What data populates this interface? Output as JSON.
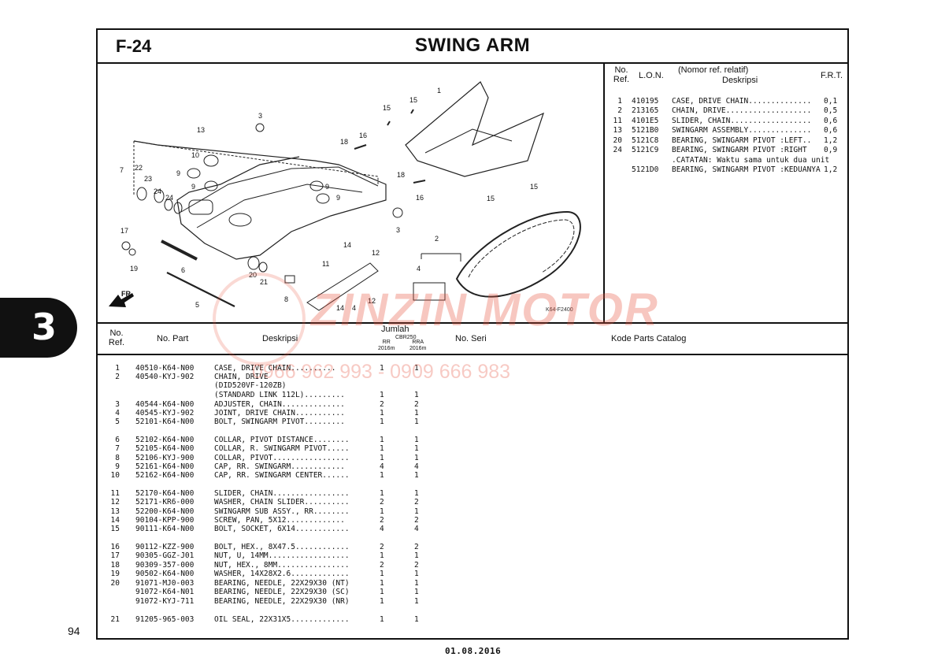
{
  "header": {
    "figure_code": "F-24",
    "title": "SWING ARM"
  },
  "chapter_tab": "3",
  "page_number": "94",
  "date": "01.08.2016",
  "diagram_code": "K64-F2400",
  "fr_label": "FR.",
  "callouts": [
    "1",
    "2",
    "3",
    "3",
    "4",
    "4",
    "5",
    "6",
    "7",
    "8",
    "9",
    "9",
    "9",
    "9",
    "10",
    "11",
    "12",
    "12",
    "13",
    "14",
    "14",
    "15",
    "15",
    "15",
    "15",
    "16",
    "16",
    "17",
    "18",
    "18",
    "19",
    "20",
    "21",
    "22",
    "23",
    "24",
    "24"
  ],
  "lon_table": {
    "headers": {
      "no_ref": "No.\nRef.",
      "lon": "L.O.N.",
      "nomor_ref": "(Nomor ref. relatif)",
      "deskripsi": "Deskripsi",
      "frt": "F.R.T."
    },
    "rows": [
      {
        "ref": "1",
        "lon": "410195",
        "desc": "CASE, DRIVE CHAIN..............",
        "frt": "0,1"
      },
      {
        "ref": "2",
        "lon": "213165",
        "desc": "CHAIN, DRIVE...................",
        "frt": "0,5"
      },
      {
        "ref": "11",
        "lon": "4101E5",
        "desc": "SLIDER, CHAIN..................",
        "frt": "0,6"
      },
      {
        "ref": "13",
        "lon": "5121B0",
        "desc": "SWINGARM ASSEMBLY..............",
        "frt": "0,6"
      },
      {
        "ref": "20",
        "lon": "5121C8",
        "desc": "BEARING, SWINGARM PIVOT :LEFT..",
        "frt": "1,2"
      },
      {
        "ref": "24",
        "lon": "5121C9",
        "desc": "BEARING, SWINGARM PIVOT :RIGHT",
        "frt": "0,9"
      },
      {
        "ref": "",
        "lon": "",
        "desc": ".CATATAN: Waktu sama untuk dua unit",
        "frt": ""
      },
      {
        "ref": "",
        "lon": "5121D0",
        "desc": "BEARING, SWINGARM PIVOT :KEDUANYA",
        "frt": "1,2"
      }
    ]
  },
  "parts_table": {
    "headers": {
      "no_ref": "No.\nRef.",
      "no_part": "No. Part",
      "deskripsi": "Deskripsi",
      "jumlah": "Jumlah",
      "model": "CBR250",
      "col_rr": "RR\n2016m",
      "col_rra": "RRA\n2016m",
      "no_seri": "No. Seri",
      "kode": "Kode Parts Catalog"
    },
    "rows": [
      {
        "ref": "1",
        "part": "40510-K64-N00",
        "desc": "CASE, DRIVE CHAIN..........",
        "rr": "1",
        "rra": "1"
      },
      {
        "ref": "2",
        "part": "40540-KYJ-902",
        "desc": "CHAIN, DRIVE",
        "rr": "",
        "rra": ""
      },
      {
        "ref": "",
        "part": "",
        "desc": "(DID520VF-120ZB)",
        "rr": "",
        "rra": ""
      },
      {
        "ref": "",
        "part": "",
        "desc": "(STANDARD LINK 112L).........",
        "rr": "1",
        "rra": "1"
      },
      {
        "ref": "3",
        "part": "40544-K64-N00",
        "desc": "ADJUSTER, CHAIN..............",
        "rr": "2",
        "rra": "2"
      },
      {
        "ref": "4",
        "part": "40545-KYJ-902",
        "desc": "JOINT, DRIVE CHAIN...........",
        "rr": "1",
        "rra": "1"
      },
      {
        "ref": "5",
        "part": "52101-K64-N00",
        "desc": "BOLT, SWINGARM PIVOT.........",
        "rr": "1",
        "rra": "1"
      },
      {
        "ref": "6",
        "part": "52102-K64-N00",
        "desc": "COLLAR, PIVOT DISTANCE........",
        "rr": "1",
        "rra": "1"
      },
      {
        "ref": "7",
        "part": "52105-K64-N00",
        "desc": "COLLAR, R. SWINGARM PIVOT.....",
        "rr": "1",
        "rra": "1"
      },
      {
        "ref": "8",
        "part": "52106-KYJ-900",
        "desc": "COLLAR, PIVOT.................",
        "rr": "1",
        "rra": "1"
      },
      {
        "ref": "9",
        "part": "52161-K64-N00",
        "desc": "CAP, RR. SWINGARM............",
        "rr": "4",
        "rra": "4"
      },
      {
        "ref": "10",
        "part": "52162-K64-N00",
        "desc": "CAP, RR. SWINGARM CENTER......",
        "rr": "1",
        "rra": "1"
      },
      {
        "ref": "11",
        "part": "52170-K64-N00",
        "desc": "SLIDER, CHAIN.................",
        "rr": "1",
        "rra": "1"
      },
      {
        "ref": "12",
        "part": "52171-KR6-000",
        "desc": "WASHER, CHAIN SLIDER..........",
        "rr": "2",
        "rra": "2"
      },
      {
        "ref": "13",
        "part": "52200-K64-N00",
        "desc": "SWINGARM SUB ASSY., RR........",
        "rr": "1",
        "rra": "1"
      },
      {
        "ref": "14",
        "part": "90104-KPP-900",
        "desc": "SCREW, PAN, 5X12.............",
        "rr": "2",
        "rra": "2"
      },
      {
        "ref": "15",
        "part": "90111-K64-N00",
        "desc": "BOLT, SOCKET, 6X14............",
        "rr": "4",
        "rra": "4"
      },
      {
        "ref": "16",
        "part": "90112-KZZ-900",
        "desc": "BOLT, HEX., 8X47.5............",
        "rr": "2",
        "rra": "2"
      },
      {
        "ref": "17",
        "part": "90305-GGZ-J01",
        "desc": "NUT, U, 14MM..................",
        "rr": "1",
        "rra": "1"
      },
      {
        "ref": "18",
        "part": "90309-357-000",
        "desc": "NUT, HEX., 8MM................",
        "rr": "2",
        "rra": "2"
      },
      {
        "ref": "19",
        "part": "90502-K64-N00",
        "desc": "WASHER, 14X28X2.6.............",
        "rr": "1",
        "rra": "1"
      },
      {
        "ref": "20",
        "part": "91071-MJ0-003",
        "desc": "BEARING, NEEDLE, 22X29X30 (NT)",
        "rr": "1",
        "rra": "1"
      },
      {
        "ref": "",
        "part": "91072-K64-N01",
        "desc": "BEARING, NEEDLE, 22X29X30 (SC)",
        "rr": "1",
        "rra": "1"
      },
      {
        "ref": "",
        "part": "91072-KYJ-711",
        "desc": "BEARING, NEEDLE, 22X29X30 (NR)",
        "rr": "1",
        "rra": "1"
      },
      {
        "ref": "21",
        "part": "91205-965-003",
        "desc": "OIL SEAL, 22X31X5.............",
        "rr": "1",
        "rra": "1"
      }
    ]
  },
  "watermark": {
    "brand": "ZINZIN MOTOR",
    "phones": "0966 962 993 - 0909 666 983"
  },
  "colors": {
    "ink": "#111111",
    "watermark": "#e6503c"
  }
}
